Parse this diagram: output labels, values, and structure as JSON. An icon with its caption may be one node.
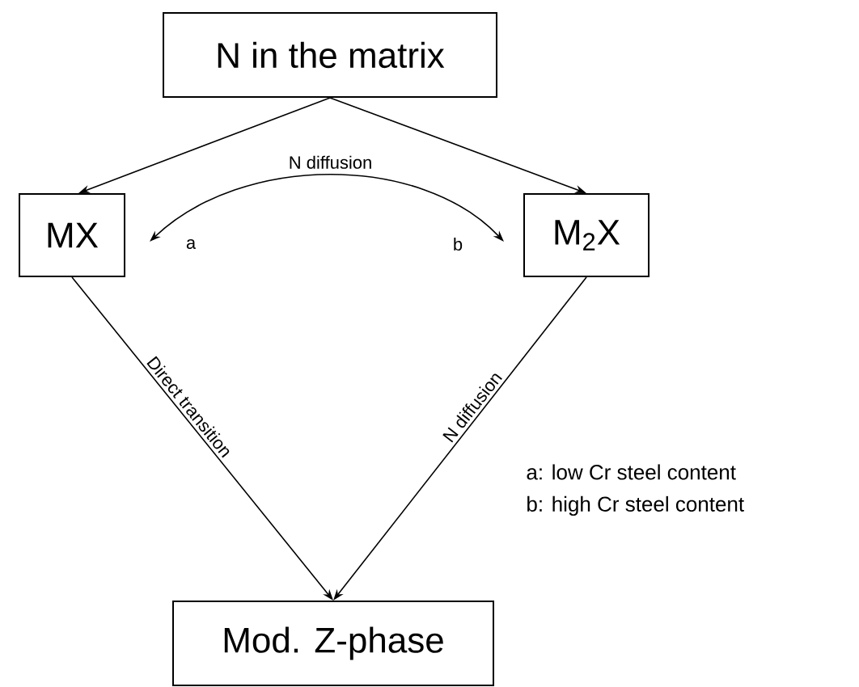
{
  "diagram": {
    "nodes": [
      {
        "text": [
          "N in the matrix"
        ]
      },
      {
        "text": [
          "MX"
        ]
      },
      {
        "text": [
          "M$_{2}$X"
        ]
      },
      {
        "text": [
          "Mod. Z-phase"
        ]
      }
    ],
    "edges": [
      {
        "from": 0,
        "to": 1,
        "arrow": "to"
      },
      {
        "from": 0,
        "to": 2,
        "arrow": "to"
      },
      {
        "from": 1,
        "to": 2,
        "arrow": "both",
        "label": "N diffusion"
      },
      {
        "from": 1,
        "to": 3,
        "arrow": "to",
        "label": "Direct transition"
      },
      {
        "from": 2,
        "to": 3,
        "arrow": "to",
        "label": "N diffusion"
      }
    ],
    "labels": [
      "a",
      "b",
      "a: low Cr steel content",
      "b: high Cr steel content"
    ]
  }
}
